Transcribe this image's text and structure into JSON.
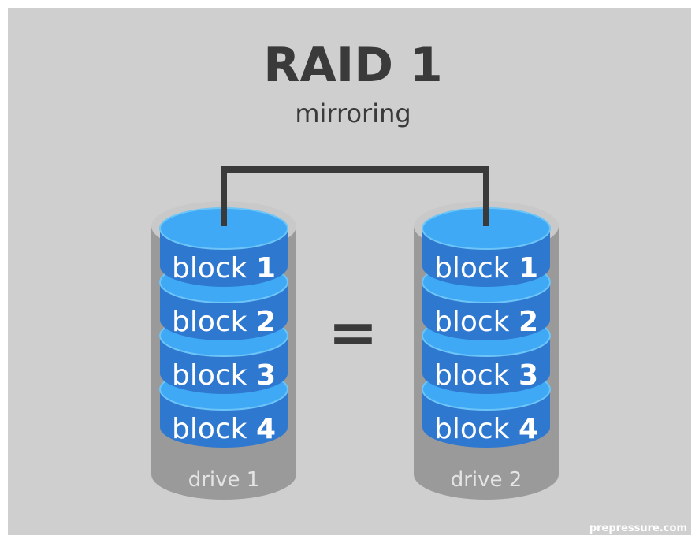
{
  "title": "RAID 1",
  "subtitle": "mirroring",
  "equals_sign": "=",
  "credit": "prepressure.com",
  "drives": [
    {
      "label": "drive 1",
      "blocks": [
        {
          "word": "block",
          "num": "1"
        },
        {
          "word": "block",
          "num": "2"
        },
        {
          "word": "block",
          "num": "3"
        },
        {
          "word": "block",
          "num": "4"
        }
      ]
    },
    {
      "label": "drive 2",
      "blocks": [
        {
          "word": "block",
          "num": "1"
        },
        {
          "word": "block",
          "num": "2"
        },
        {
          "word": "block",
          "num": "3"
        },
        {
          "word": "block",
          "num": "4"
        }
      ]
    }
  ],
  "colors": {
    "background": "#cfcfcf",
    "title_text": "#3a3a3a",
    "connector": "#3a3a3a",
    "drive_body": "#9a9a9a",
    "drive_top": "#c9c9c9",
    "drive_label": "#e4e4e4",
    "block_side": "#2f78d0",
    "block_top": "#3fa9f5",
    "block_top_edge": "#6cc4f7",
    "block_text": "#ffffff",
    "credit_text": "#ffffff"
  }
}
